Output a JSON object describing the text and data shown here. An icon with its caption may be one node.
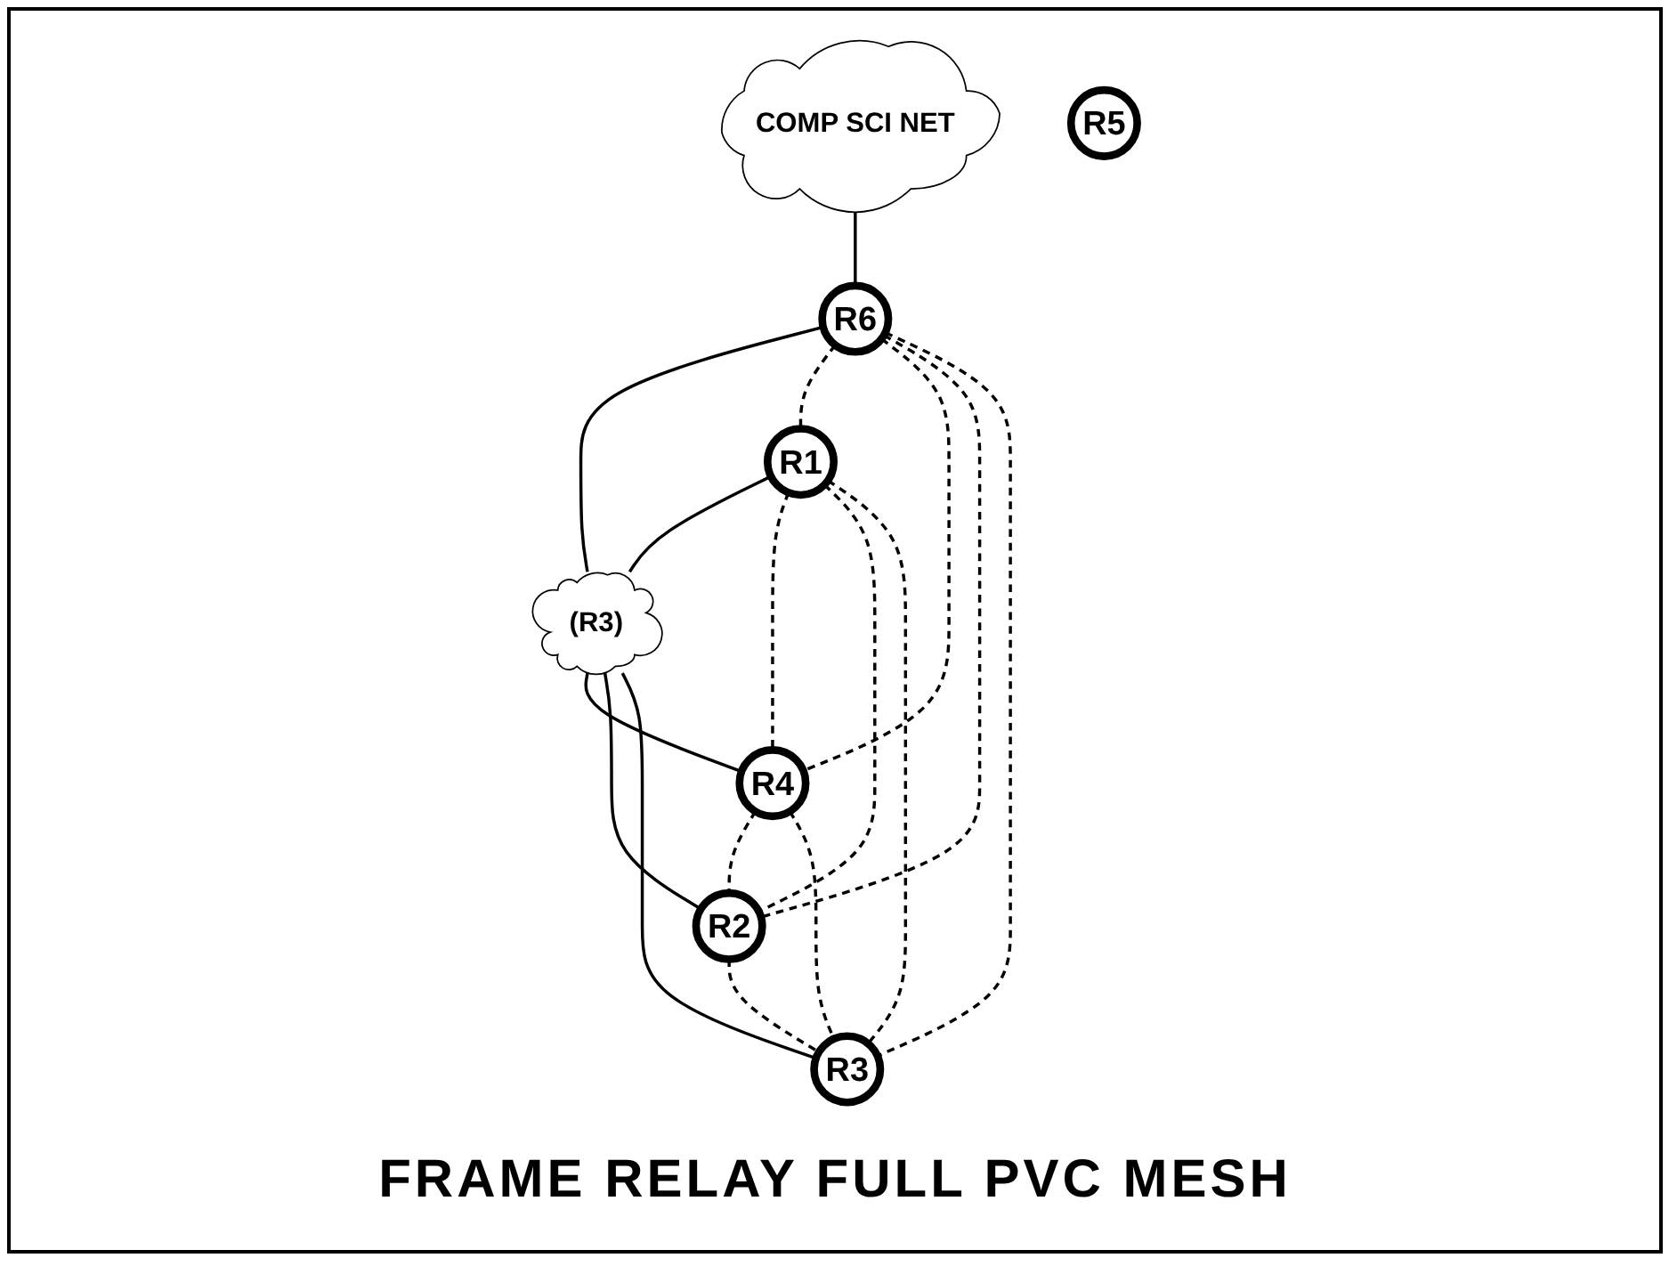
{
  "diagram": {
    "title": "FRAME RELAY FULL PVC MESH",
    "nodes": [
      {
        "text": [
          "COMP SCI NET"
        ]
      },
      {
        "text": [
          "R6"
        ]
      },
      {
        "text": [
          "R5"
        ]
      },
      {
        "text": [
          "(R3)"
        ]
      },
      {
        "text": [
          "R1"
        ]
      },
      {
        "text": [
          "R4"
        ]
      },
      {
        "text": [
          "R2"
        ]
      },
      {
        "text": [
          "R3"
        ]
      }
    ],
    "edges": [
      {
        "from": 0,
        "to": 1,
        "arrow": "none"
      },
      {
        "from": 1,
        "to": 3,
        "arrow": "none"
      },
      {
        "from": 4,
        "to": 3,
        "arrow": "none"
      },
      {
        "from": 3,
        "to": 5,
        "arrow": "none"
      },
      {
        "from": 3,
        "to": 6,
        "arrow": "none"
      },
      {
        "from": 3,
        "to": 7,
        "arrow": "none"
      },
      {
        "from": 1,
        "to": 4,
        "arrow": "none",
        "style": "dashed"
      },
      {
        "from": 1,
        "to": 5,
        "arrow": "none",
        "style": "dashed"
      },
      {
        "from": 1,
        "to": 6,
        "arrow": "none",
        "style": "dashed"
      },
      {
        "from": 1,
        "to": 7,
        "arrow": "none",
        "style": "dashed"
      },
      {
        "from": 4,
        "to": 5,
        "arrow": "none",
        "style": "dashed"
      },
      {
        "from": 4,
        "to": 6,
        "arrow": "none",
        "style": "dashed"
      },
      {
        "from": 4,
        "to": 7,
        "arrow": "none",
        "style": "dashed"
      },
      {
        "from": 5,
        "to": 6,
        "arrow": "none",
        "style": "dashed"
      },
      {
        "from": 5,
        "to": 7,
        "arrow": "none",
        "style": "dashed"
      },
      {
        "from": 6,
        "to": 7,
        "arrow": "none",
        "style": "dashed"
      }
    ]
  }
}
